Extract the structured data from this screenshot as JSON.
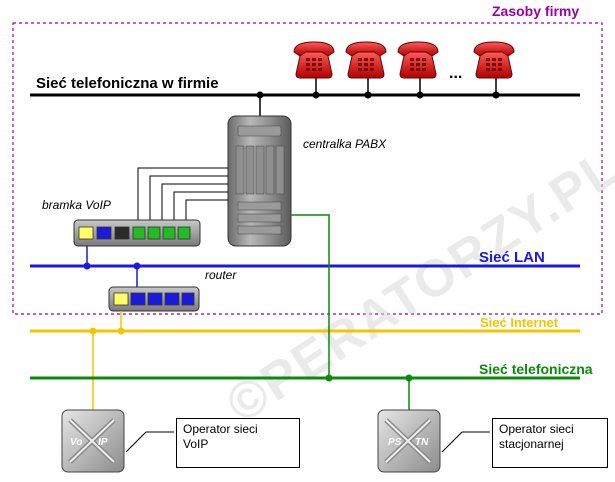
{
  "labels": {
    "resources": "Zasoby firmy",
    "company_phone_network": "Sieć telefoniczna w firmie",
    "pabx": "centralka PABX",
    "voip_gateway": "bramka VoIP",
    "lan": "Sieć LAN",
    "router": "router",
    "internet": "Sieć Internet",
    "phone_network": "Sieć telefoniczna",
    "ellipsis": "...",
    "watermark": "©PERATORZY.PL"
  },
  "operators": {
    "voip_line1": "Operator sieci",
    "voip_line2": "VoIP",
    "pstn_line1": "Operator sieci",
    "pstn_line2": "stacjonarnej"
  },
  "icons": {
    "voip_left": "Vo",
    "voip_right": "IP",
    "pstn_left": "PS",
    "pstn_right": "TN"
  },
  "colors": {
    "resources": "#9900aa",
    "lan": "#1a1adb",
    "internet": "#f5c400",
    "phone": "#0a8a0a",
    "company_line": "#000000",
    "phone_red": "#dd0000"
  }
}
